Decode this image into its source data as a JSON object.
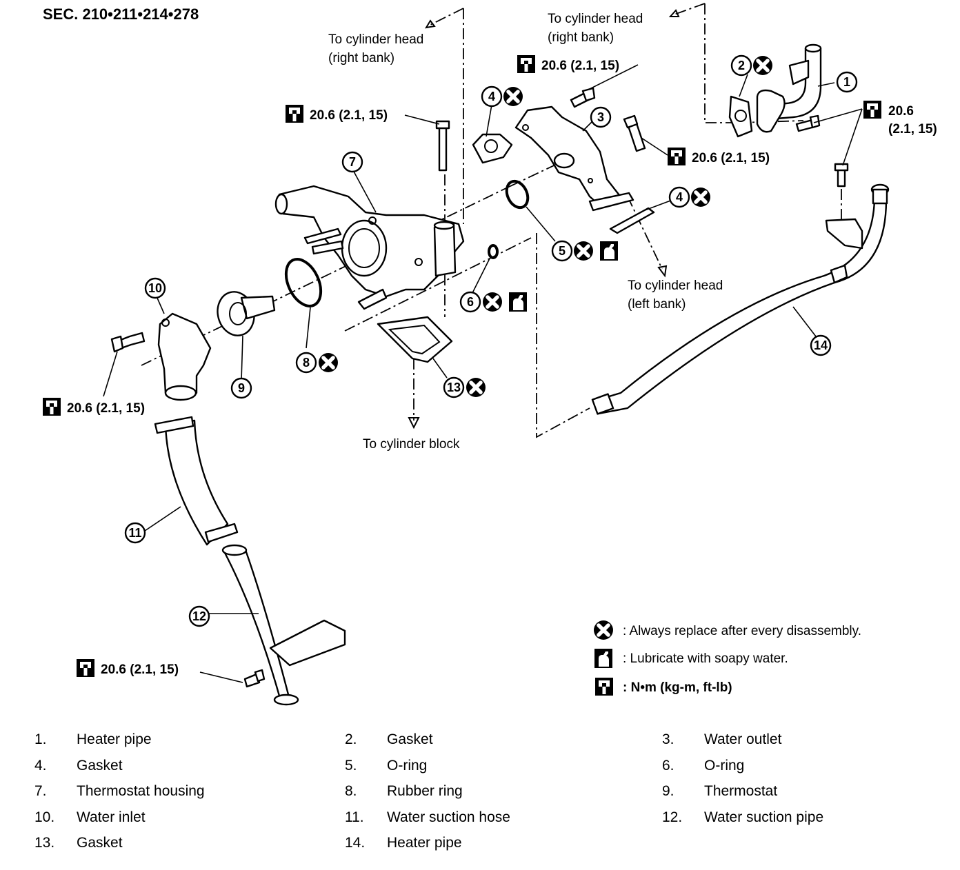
{
  "section_title": "SEC. 210•211•214•278",
  "torque_value": "20.6 (2.1, 15)",
  "torque_split": {
    "value": "20.6",
    "units": "(2.1, 15)"
  },
  "directions": {
    "cyl_head_right_1": [
      "To cylinder head",
      "(right bank)"
    ],
    "cyl_head_right_2": [
      "To cylinder head",
      "(right bank)"
    ],
    "cyl_head_left": [
      "To cylinder head",
      "(left bank)"
    ],
    "cyl_block": "To cylinder block"
  },
  "callout_numbers": [
    "1",
    "2",
    "3",
    "4",
    "5",
    "6",
    "7",
    "8",
    "9",
    "10",
    "11",
    "12",
    "13",
    "14"
  ],
  "legend": {
    "replace": ": Always replace after every disassembly.",
    "lubricate": ": Lubricate with soapy water.",
    "torque_units": ": N•m (kg-m, ft-lb)"
  },
  "parts": [
    {
      "num": "1.",
      "name": "Heater pipe"
    },
    {
      "num": "2.",
      "name": "Gasket"
    },
    {
      "num": "3.",
      "name": "Water outlet"
    },
    {
      "num": "4.",
      "name": "Gasket"
    },
    {
      "num": "5.",
      "name": "O-ring"
    },
    {
      "num": "6.",
      "name": "O-ring"
    },
    {
      "num": "7.",
      "name": "Thermostat housing"
    },
    {
      "num": "8.",
      "name": "Rubber ring"
    },
    {
      "num": "9.",
      "name": "Thermostat"
    },
    {
      "num": "10.",
      "name": "Water inlet"
    },
    {
      "num": "11.",
      "name": "Water suction hose"
    },
    {
      "num": "12.",
      "name": "Water suction pipe"
    },
    {
      "num": "13.",
      "name": "Gasket"
    },
    {
      "num": "14.",
      "name": "Heater pipe"
    }
  ],
  "icons": [
    "torque-wrench-icon",
    "replace-x-icon",
    "soapy-water-icon"
  ]
}
